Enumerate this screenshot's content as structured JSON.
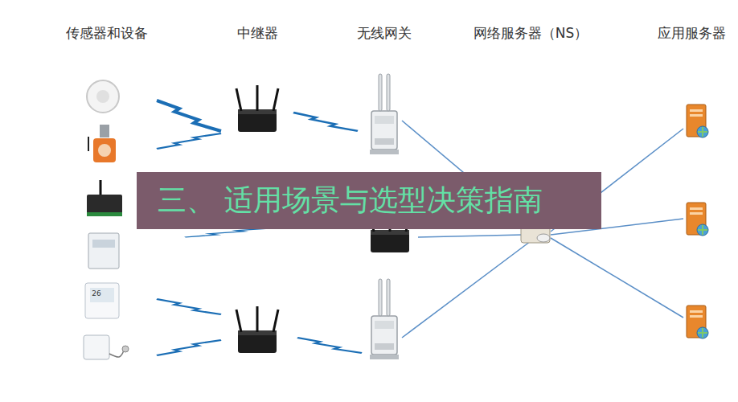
{
  "diagram": {
    "nodes": [
      {
        "text": [
          "三、 适用场景与选型决策指南"
        ]
      }
    ],
    "labels": [
      "传感器和设备",
      "中继器",
      "无线网关",
      "网络服务器（NS）",
      "应用服务器",
      "26"
    ]
  }
}
